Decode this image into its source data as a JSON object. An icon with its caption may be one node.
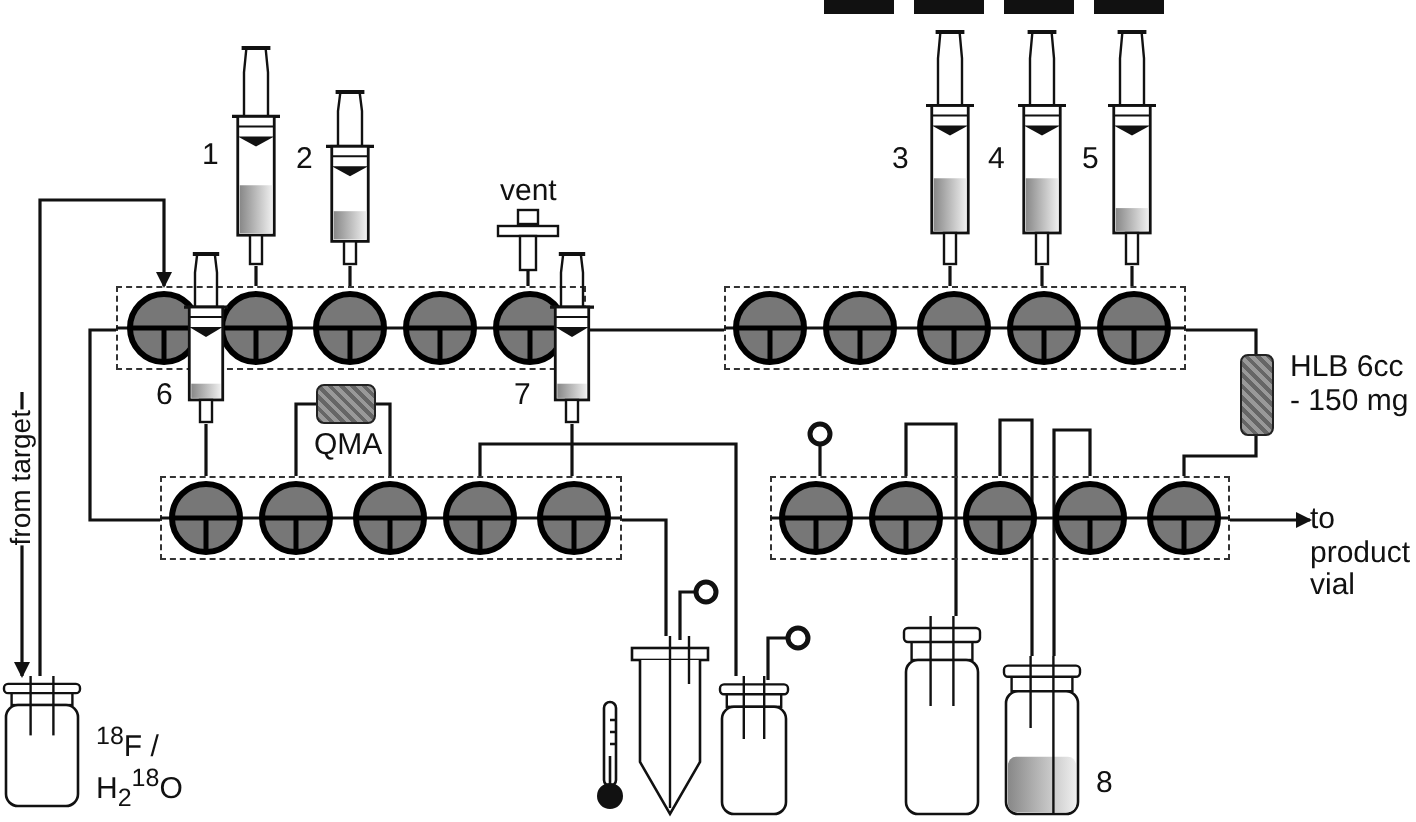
{
  "diagram": {
    "nodes": [
      {
        "text": [],
        "shape": "box"
      },
      {
        "text": [],
        "shape": "box"
      },
      {
        "text": [],
        "shape": "box"
      },
      {
        "text": [],
        "shape": "box"
      },
      {
        "text": [],
        "shape": "syringe",
        "beside": [
          "1"
        ]
      },
      {
        "text": [],
        "shape": "syringe",
        "beside": [
          "2"
        ]
      },
      {
        "text": [],
        "shape": "syringe",
        "beside": [
          "3"
        ]
      },
      {
        "text": [],
        "shape": "syringe",
        "beside": [
          "4"
        ]
      },
      {
        "text": [],
        "shape": "syringe",
        "beside": [
          "5"
        ]
      },
      {
        "text": [],
        "shape": "syringe",
        "beside": [
          "6"
        ]
      },
      {
        "text": [],
        "shape": "syringe",
        "beside": [
          "7"
        ]
      },
      {
        "text": [],
        "shape": "filter",
        "beside": [
          "vent"
        ]
      },
      {
        "text": [],
        "shape": "cartridge",
        "beside": [
          "QMA"
        ]
      },
      {
        "text": [],
        "shape": "cartridge",
        "beside": [
          "HLB 6cc - 150 mg"
        ]
      },
      {
        "text": [],
        "shape": "vial",
        "beside": [
          "$^{18}$F / H$_{2}$$^{18}$O"
        ]
      },
      {
        "text": [],
        "shape": "vial"
      },
      {
        "text": [],
        "shape": "vial"
      },
      {
        "text": [],
        "shape": "vial"
      },
      {
        "text": [],
        "shape": "vial",
        "beside": [
          "8"
        ]
      },
      {
        "text": [
          "to product vial"
        ]
      }
    ],
    "edges": [
      {
        "from": null,
        "to": 14,
        "arrow": "to",
        "label": "from target"
      },
      {
        "from": 14,
        "to": 0,
        "arrow": "to"
      },
      {
        "from": 4,
        "to": 0,
        "arrow": "none"
      },
      {
        "from": 5,
        "to": 0,
        "arrow": "none"
      },
      {
        "from": 11,
        "to": 0,
        "arrow": "none"
      },
      {
        "from": 6,
        "to": 1,
        "arrow": "none"
      },
      {
        "from": 7,
        "to": 1,
        "arrow": "none"
      },
      {
        "from": 8,
        "to": 1,
        "arrow": "none"
      },
      {
        "from": 0,
        "to": 1,
        "arrow": "none"
      },
      {
        "from": 9,
        "to": 2,
        "arrow": "none"
      },
      {
        "from": 10,
        "to": 2,
        "arrow": "none"
      },
      {
        "from": 12,
        "to": 2,
        "arrow": "none"
      },
      {
        "from": 12,
        "to": 2,
        "arrow": "none"
      },
      {
        "from": 0,
        "to": 2,
        "arrow": "none"
      },
      {
        "from": 2,
        "to": 15,
        "arrow": "none"
      },
      {
        "from": 1,
        "to": 13,
        "arrow": "none"
      },
      {
        "from": 13,
        "to": 3,
        "arrow": "none"
      },
      {
        "from": 3,
        "to": 19,
        "arrow": "to"
      },
      {
        "from": 2,
        "to": 16,
        "arrow": "none"
      },
      {
        "from": 3,
        "to": 17,
        "arrow": "none"
      },
      {
        "from": 3,
        "to": 18,
        "arrow": "none"
      },
      {
        "from": 3,
        "to": 18,
        "arrow": "none"
      }
    ]
  }
}
